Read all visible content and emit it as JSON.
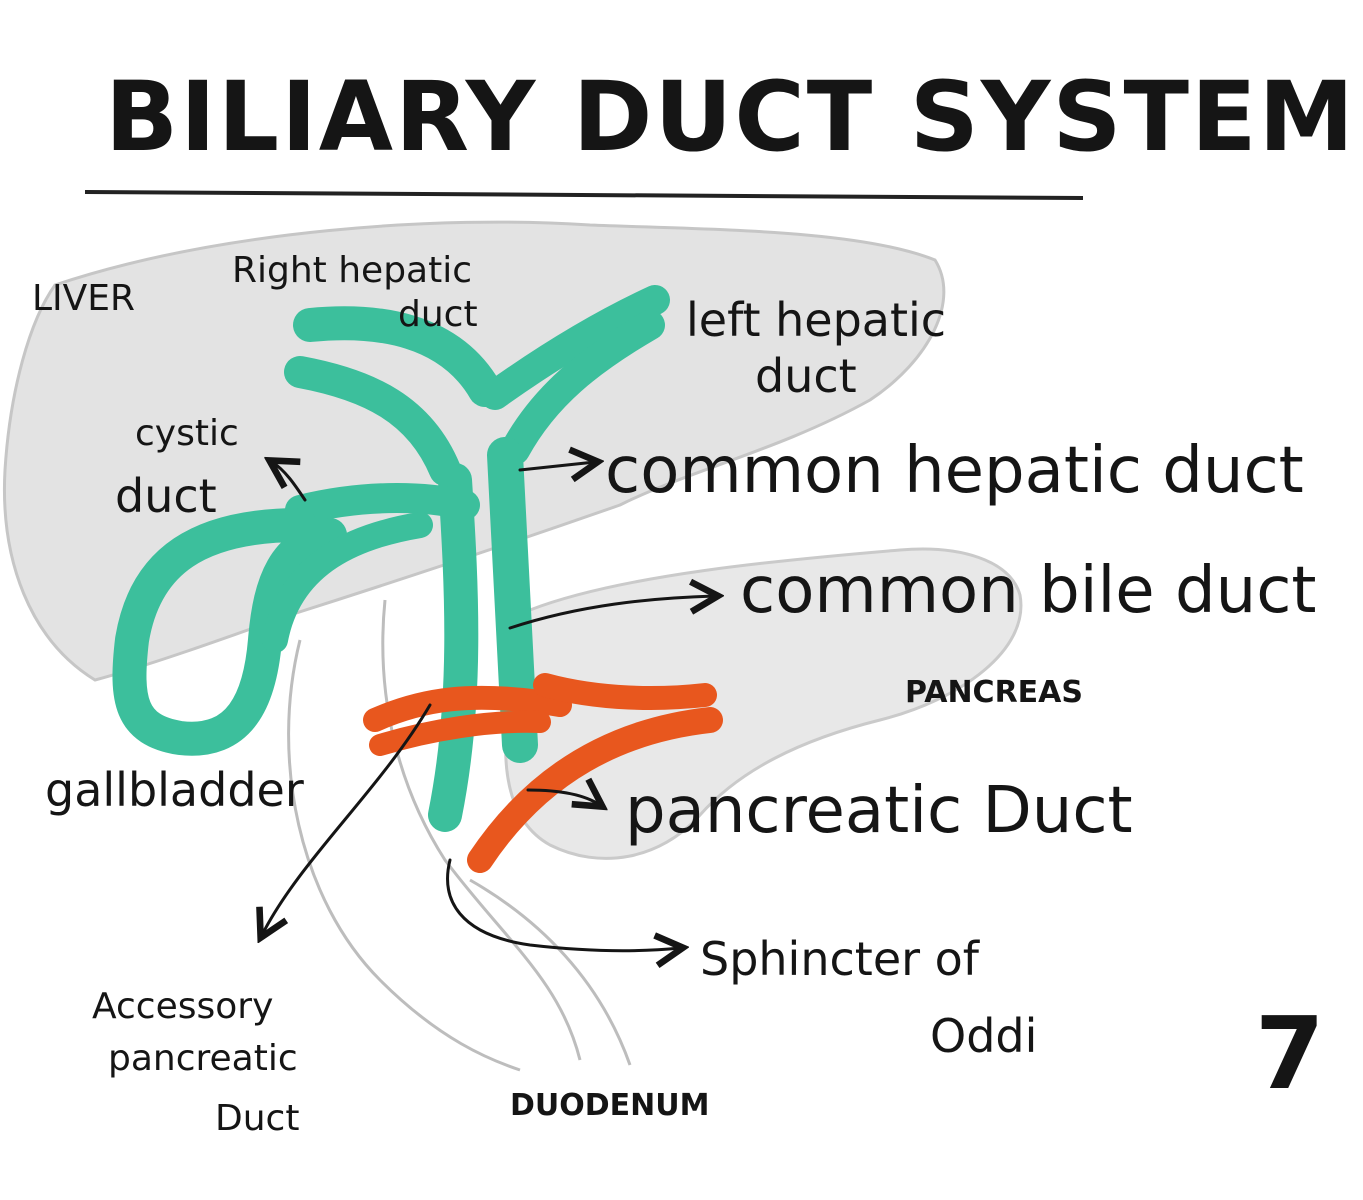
{
  "title": "BILIARY DUCT SYSTEM",
  "page_number": "7",
  "colors": {
    "duct_green": "#3cbf9c",
    "duct_orange": "#e8571e",
    "organ_gray": "#e3e3e3",
    "ink": "#151515"
  },
  "labels": {
    "liver": "LIVER",
    "right_hepatic_duct": [
      "Right hepatic",
      "duct"
    ],
    "left_hepatic_duct": [
      "left hepatic",
      "duct"
    ],
    "cystic_duct": [
      "cystic",
      "duct"
    ],
    "common_hepatic_duct": "common hepatic duct",
    "common_bile_duct": "common bile duct",
    "pancreas": "PANCREAS",
    "gallbladder": "gallbladder",
    "pancreatic_duct": "pancreatic Duct",
    "sphincter_of_oddi": [
      "Sphincter of",
      "Oddi"
    ],
    "accessory_pancreatic_duct": [
      "Accessory",
      "pancreatic",
      "Duct"
    ],
    "duodenum": "DUODENUM"
  }
}
